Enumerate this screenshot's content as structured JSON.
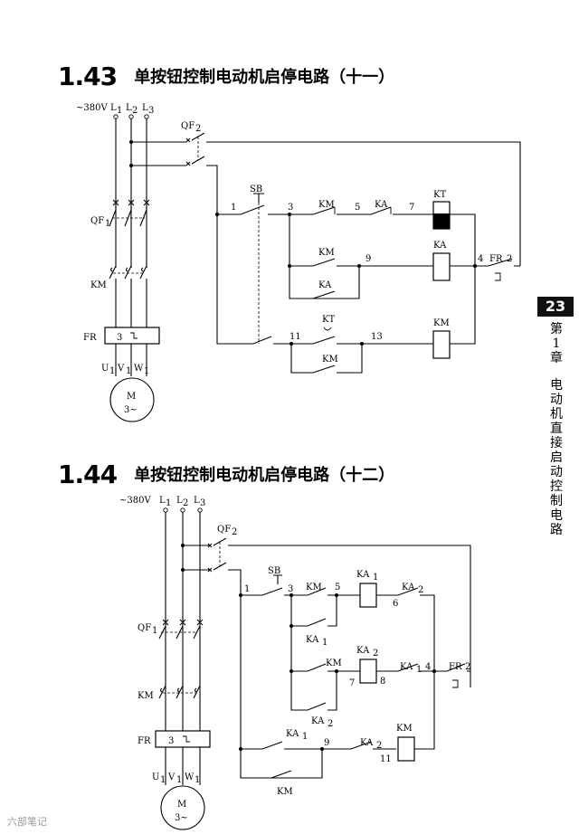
{
  "page_number": "23",
  "sidebar": {
    "chapter": "第\n1\n章",
    "title": "电动机直接启动控制电路"
  },
  "watermark": "六部笔记",
  "sections": [
    {
      "number": "1.43",
      "title": "单按钮控制电动机启停电路（十一）"
    },
    {
      "number": "1.44",
      "title": "单按钮控制电动机启停电路（十二）"
    }
  ],
  "d1": {
    "supply": "~380V",
    "L1": "L",
    "L2": "L",
    "L3": "L",
    "s1": "1",
    "s2": "2",
    "s3": "3",
    "QF2": "QF",
    "QF2s": "2",
    "QF1": "QF",
    "QF1s": "1",
    "KM": "KM",
    "FR": "FR",
    "FR_box": "3",
    "U": "U",
    "V": "V",
    "W": "W",
    "us": "1",
    "motor": "M",
    "motor_sub": "3~",
    "SB": "SB",
    "n1": "1",
    "n3": "3",
    "n5": "5",
    "n7": "7",
    "n9": "9",
    "n4": "4",
    "n11": "11",
    "n13": "13",
    "n2": "2",
    "KM_c1": "KM",
    "KA_c1": "KA",
    "KT_coil": "KT",
    "KM_c2": "KM",
    "KA_c2": "KA",
    "KA_coil": "KA",
    "FR_c": "FR",
    "KT_c": "KT",
    "KM_c3": "KM",
    "KM_coil": "KM"
  },
  "d2": {
    "supply": "~380V",
    "L1": "L",
    "L2": "L",
    "L3": "L",
    "s1": "1",
    "s2": "2",
    "s3": "3",
    "QF2": "QF",
    "QF2s": "2",
    "QF1": "QF",
    "QF1s": "1",
    "KM": "KM",
    "FR": "FR",
    "FR_box": "3",
    "U": "U",
    "V": "V",
    "W": "W",
    "us": "1",
    "motor": "M",
    "motor_sub": "3~",
    "SB": "SB",
    "n1": "1",
    "n3": "3",
    "n5": "5",
    "n6": "6",
    "n7": "7",
    "n8": "8",
    "n4": "4",
    "n2": "2",
    "n9": "9",
    "n11": "11",
    "KM_c1": "KM",
    "KA1_coil": "KA",
    "KA2_c1": "KA",
    "KA1_c1": "KA",
    "KM_c2": "KM",
    "KA2_coil": "KA",
    "KA1_c2": "KA",
    "FR_c": "FR",
    "KA2_c2": "KA",
    "KA1_c3": "KA",
    "KA2_c3": "KA",
    "KM_coil": "KM",
    "KM_c3": "KM",
    "sub1": "1",
    "sub2": "2"
  }
}
